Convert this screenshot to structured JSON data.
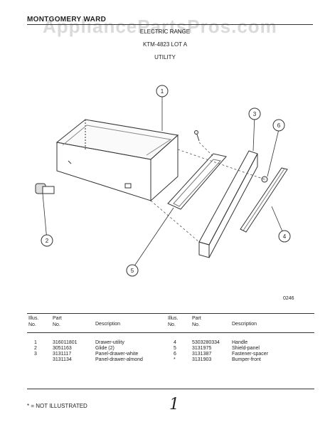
{
  "header": {
    "brand": "MONTGOMERY WARD",
    "watermark": "AppliancePartsPros.com",
    "line1": "ELECTRIC RANGE",
    "line2": "KTM-4823 LOT A",
    "line3": "UTILITY"
  },
  "diagram": {
    "callouts": [
      "1",
      "2",
      "3",
      "4",
      "5",
      "6"
    ],
    "code": "0246"
  },
  "table": {
    "headers_left": {
      "illus": "Illus.\nNo.",
      "part": "Part\nNo.",
      "desc": "Description"
    },
    "headers_right": {
      "illus": "Illus.\nNo.",
      "part": "Part\nNo.",
      "desc": "Description"
    },
    "left_rows": [
      {
        "illus": "1",
        "part": "316011801",
        "desc": "Drawer-utility"
      },
      {
        "illus": "2",
        "part": "3051163",
        "desc": "Glide (2)"
      },
      {
        "illus": "3",
        "part": "3131117",
        "desc": "Panel-drawer-white"
      },
      {
        "illus": "",
        "part": "3131134",
        "desc": "Panel-drawer-almond"
      }
    ],
    "right_rows": [
      {
        "illus": "4",
        "part": "5303280334",
        "desc": "Handle"
      },
      {
        "illus": "5",
        "part": "3131975",
        "desc": "Shield-panel"
      },
      {
        "illus": "6",
        "part": "3131387",
        "desc": "Fastener-spacer"
      },
      {
        "illus": "*",
        "part": "3131903",
        "desc": "Bumper-front"
      }
    ]
  },
  "footer": {
    "note": "* = NOT ILLUSTRATED",
    "page_mark": "1"
  }
}
